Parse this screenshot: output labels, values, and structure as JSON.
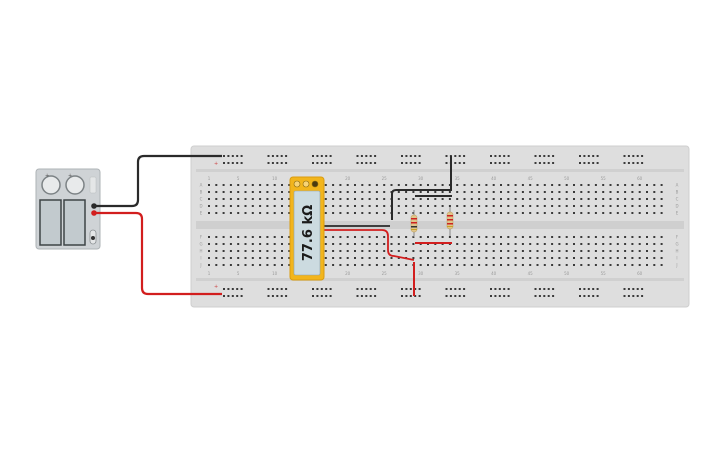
{
  "multimeter": {
    "reading": "77.6 kΩ"
  },
  "breadboard": {
    "column_labels": [
      "1",
      "5",
      "10",
      "15",
      "20",
      "25",
      "30",
      "35",
      "40",
      "45",
      "50",
      "55",
      "60"
    ],
    "row_labels_top": [
      "A",
      "B",
      "C",
      "D",
      "E"
    ],
    "row_labels_bottom": [
      "F",
      "G",
      "H",
      "I",
      "J"
    ]
  },
  "colors": {
    "breadboard": "#dcdcdc",
    "hole": "#3a3a3a",
    "wire_black": "#2a2a2a",
    "wire_red": "#d21e1e",
    "multimeter_body": "#f2b51c",
    "multimeter_screen": "#ccdbe0",
    "battery_case": "#cfd3d6",
    "cell": "#c2cace"
  }
}
